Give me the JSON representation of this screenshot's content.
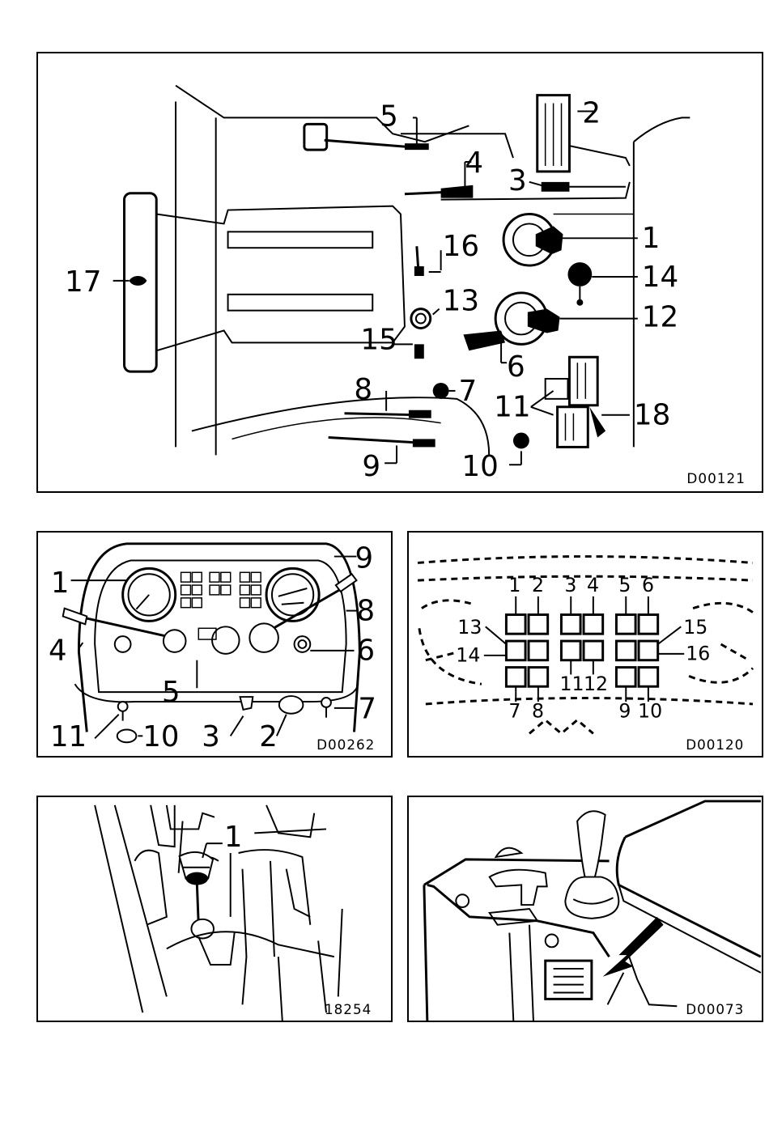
{
  "figures": [
    {
      "code": "D00121",
      "callouts": [
        "1",
        "2",
        "3",
        "4",
        "5",
        "16",
        "17",
        "14",
        "13",
        "12",
        "15",
        "6",
        "8",
        "7",
        "11",
        "18",
        "9",
        "10"
      ]
    },
    {
      "code": "D00262",
      "callouts": [
        "1",
        "9",
        "8",
        "4",
        "6",
        "5",
        "7",
        "11",
        "10",
        "3",
        "2"
      ]
    },
    {
      "code": "D00120",
      "callouts": [
        "1",
        "2",
        "3",
        "4",
        "5",
        "6",
        "13",
        "15",
        "14",
        "16",
        "7",
        "8",
        "11",
        "12",
        "9",
        "10"
      ]
    },
    {
      "code": "18254",
      "callouts": [
        "1"
      ]
    },
    {
      "code": "D00073",
      "callouts": []
    }
  ]
}
